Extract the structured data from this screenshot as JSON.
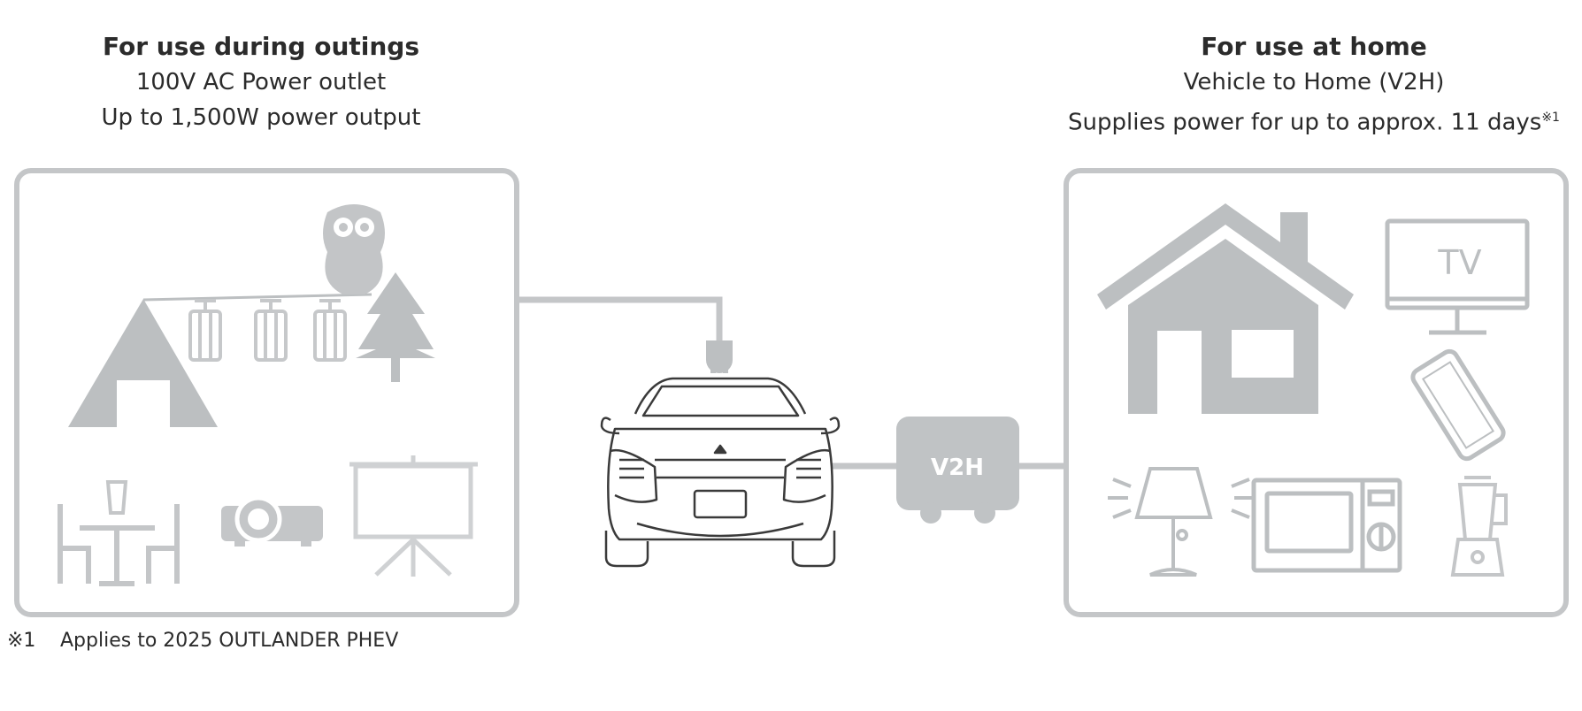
{
  "left": {
    "heading": "For use during outings",
    "line1": "100V AC Power outlet",
    "line2": "Up to 1,500W power output"
  },
  "right": {
    "heading": "For use at home",
    "line1": "Vehicle to Home (V2H)",
    "line2": "Supplies power for up to approx. 11 days",
    "line2_note": "※1"
  },
  "v2h_label": "V2H",
  "tv_label": "TV",
  "footnote": {
    "marker": "※1",
    "text": "Applies to 2025 OUTLANDER PHEV"
  },
  "colors": {
    "icon_gray": "#bcbfc1",
    "frame_gray": "#c4c6c8",
    "text": "#2b2b2b"
  }
}
